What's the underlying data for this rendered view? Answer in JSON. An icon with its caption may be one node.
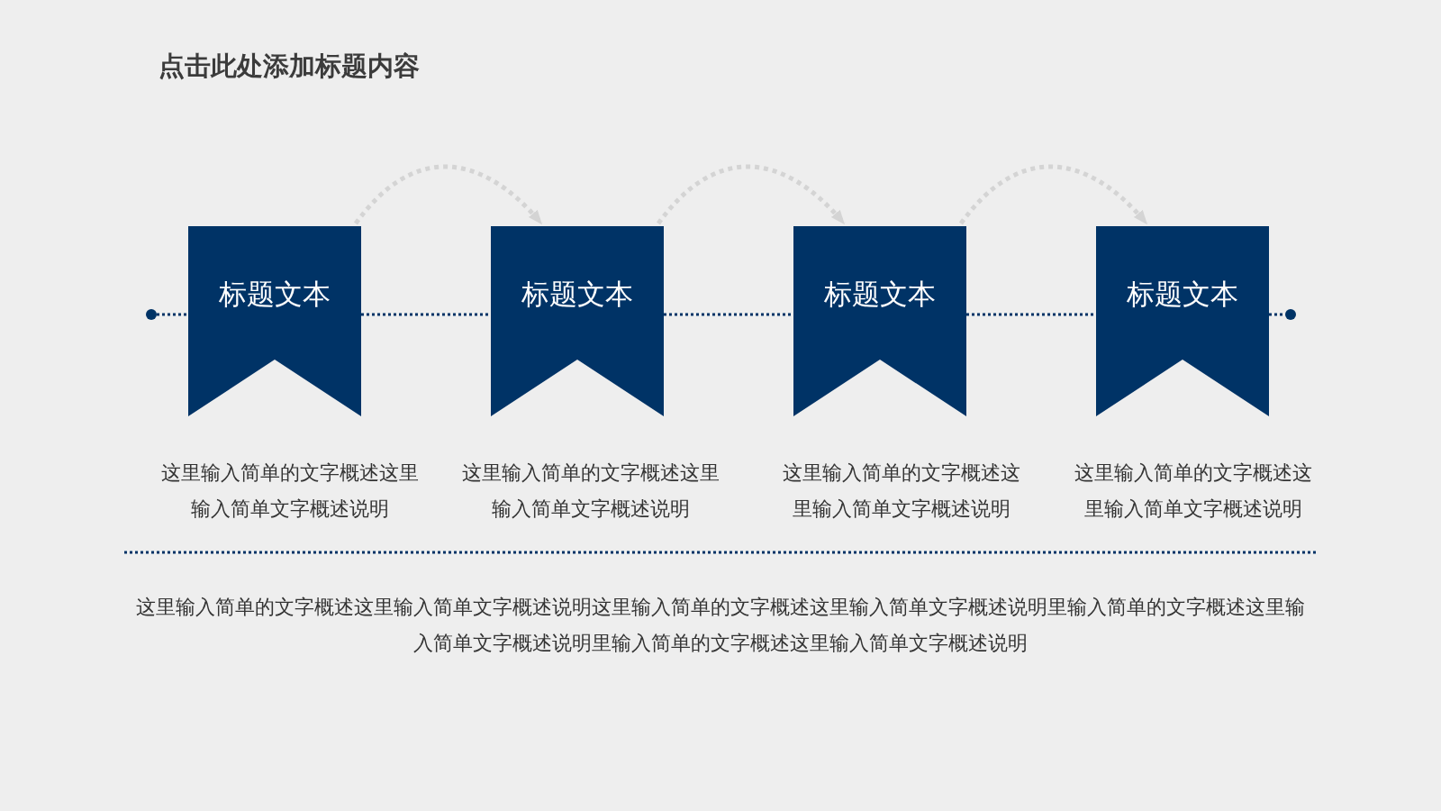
{
  "diagram": {
    "title": "点击此处添加标题内容",
    "nodes": [
      {
        "text": [],
        "shape": "circle"
      },
      {
        "text": [
          "标题文本"
        ],
        "beside": [
          "这里输入简单的文字概述这里输入简单文字概述说明"
        ]
      },
      {
        "text": [
          "标题文本"
        ],
        "beside": [
          "这里输入简单的文字概述这里输入简单文字概述说明"
        ]
      },
      {
        "text": [
          "标题文本"
        ],
        "beside": [
          "这里输入简单的文字概述这里输入简单文字概述说明"
        ]
      },
      {
        "text": [
          "标题文本"
        ],
        "beside": [
          "这里输入简单的文字概述这里输入简单文字概述说明"
        ]
      },
      {
        "text": [],
        "shape": "circle"
      }
    ],
    "edges": [
      {
        "from": 0,
        "to": 1,
        "arrow": "none",
        "style": "dashed"
      },
      {
        "from": 1,
        "to": 2,
        "arrow": "none",
        "style": "dashed"
      },
      {
        "from": 2,
        "to": 3,
        "arrow": "none",
        "style": "dashed"
      },
      {
        "from": 3,
        "to": 4,
        "arrow": "none",
        "style": "dashed"
      },
      {
        "from": 4,
        "to": 5,
        "arrow": "none",
        "style": "dashed"
      },
      {
        "from": 1,
        "to": 2,
        "arrow": "to",
        "style": "dashed",
        "color": "#d4d4d4"
      },
      {
        "from": 2,
        "to": 3,
        "arrow": "to",
        "style": "dashed",
        "color": "#d4d4d4"
      },
      {
        "from": 3,
        "to": 4,
        "arrow": "to",
        "style": "dashed",
        "color": "#d4d4d4"
      }
    ],
    "labels": [
      "这里输入简单的文字概述这里输入简单文字概述说明这里输入简单的文字概述这里输入简单文字概述说明里输入简单的文字概述这里输入简单文字概述说明里输入简单的文字概述这里输入简单文字概述说明"
    ]
  }
}
